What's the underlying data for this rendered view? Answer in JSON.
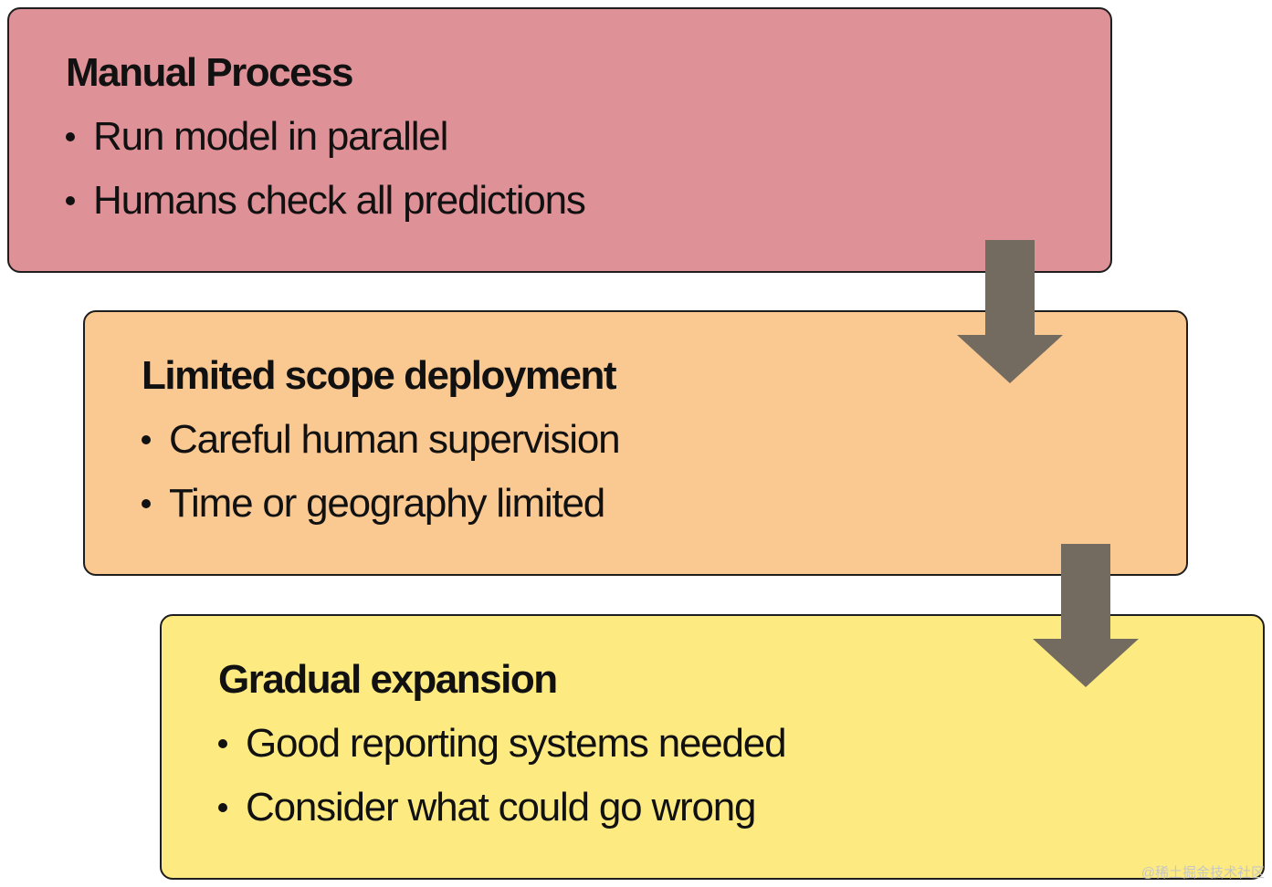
{
  "colors": {
    "stage_1_fill": "#de9197",
    "stage_2_fill": "#fac891",
    "stage_3_fill": "#fdeb82",
    "arrow_fill": "#736a60",
    "border": "#1e1e1e"
  },
  "stages": [
    {
      "title": "Manual Process",
      "bullets": [
        "Run model in parallel",
        "Humans check all predictions"
      ]
    },
    {
      "title": "Limited scope deployment",
      "bullets": [
        "Careful human supervision",
        "Time or geography limited"
      ]
    },
    {
      "title": "Gradual expansion",
      "bullets": [
        "Good reporting systems needed",
        "Consider what could go wrong"
      ]
    }
  ],
  "arrows": [
    {
      "icon": "arrow-down-icon"
    },
    {
      "icon": "arrow-down-icon"
    }
  ],
  "watermark": "@稀土掘金技术社区"
}
